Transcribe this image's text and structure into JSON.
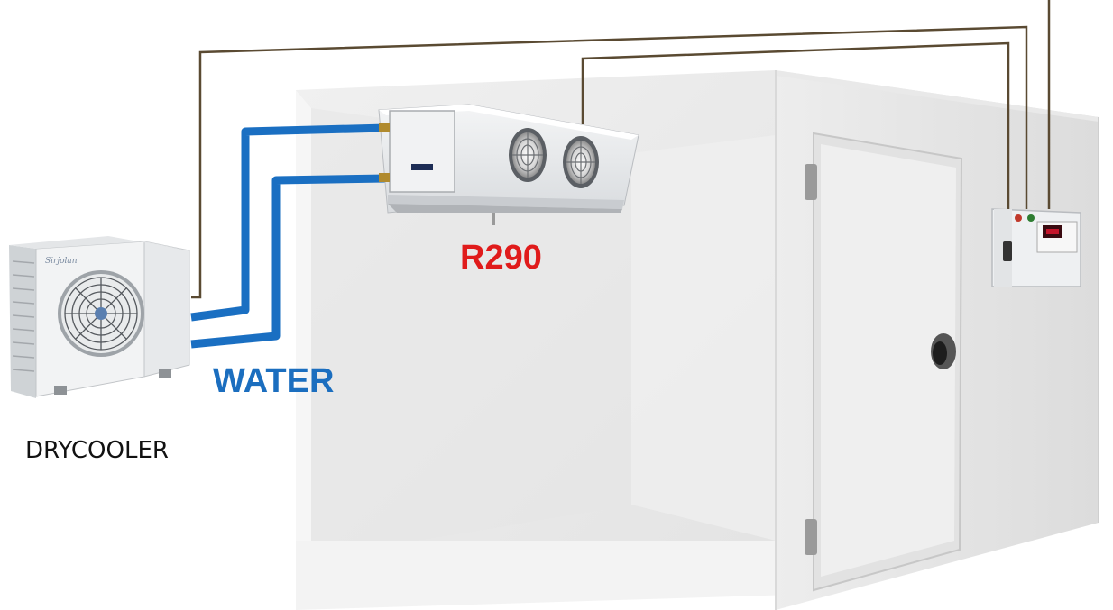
{
  "labels": {
    "water": "WATER",
    "refrigerant": "R290",
    "drycooler": "DRYCOOLER"
  },
  "drycooler_brand_text": "Sirjolan",
  "colors": {
    "water_pipe": "#1a6fc2",
    "water_label": "#1b6ebf",
    "refrigerant_label": "#e01b1b",
    "wiring": "#5a4a32",
    "cold_room_wall": "#ececec",
    "controller_display": "#c4142a"
  },
  "icons": [
    "fan-icon",
    "door-handle-icon"
  ]
}
